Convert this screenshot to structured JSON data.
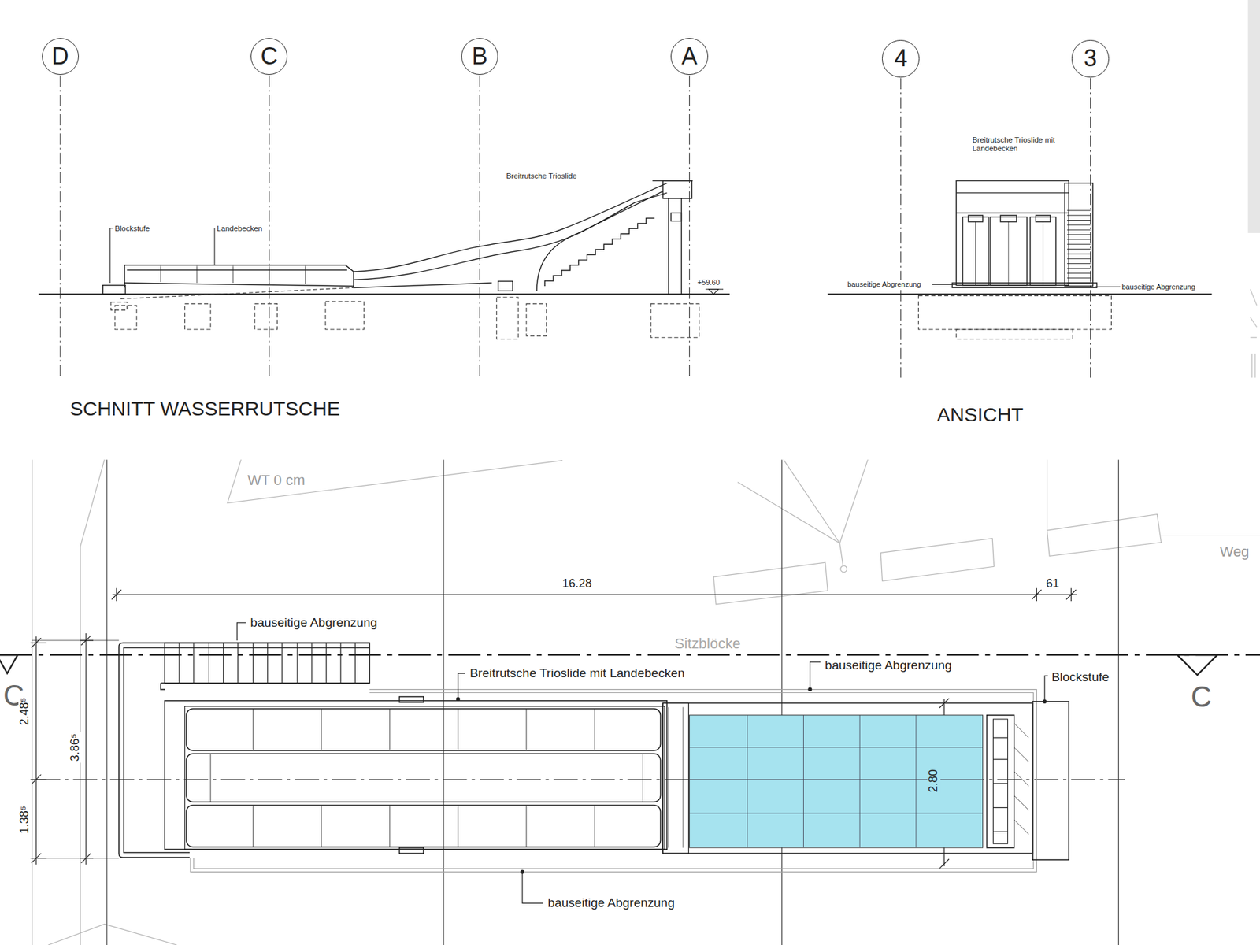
{
  "diagram": {
    "nodes": [
      {
        "text": [
          "D"
        ]
      },
      {
        "text": [
          "C"
        ]
      },
      {
        "text": [
          "B"
        ]
      },
      {
        "text": [
          "A"
        ]
      },
      {
        "text": [
          "4"
        ]
      },
      {
        "text": [
          "3"
        ]
      }
    ],
    "labels": [
      "Breitrutsche Trioslide",
      "Blockstufe",
      "Landebecken",
      "+59.60",
      "SCHNITT WASSERRUTSCHE",
      "Breitrutsche Trioslide mit Landebecken",
      "bauseitige Abgrenzung",
      "bauseitige Abgrenzung",
      "ANSICHT",
      "WT 0 cm",
      "Weg",
      "16.28",
      "61",
      "bauseitige Abgrenzung",
      "Sitzblöcke",
      "Breitrutsche Trioslide mit Landebecken",
      "bauseitige Abgrenzung",
      "Blockstufe",
      "C",
      "C",
      "2.48⁵",
      "3.86⁵",
      "1.38⁵",
      "2.80",
      "bauseitige Abgrenzung"
    ]
  }
}
